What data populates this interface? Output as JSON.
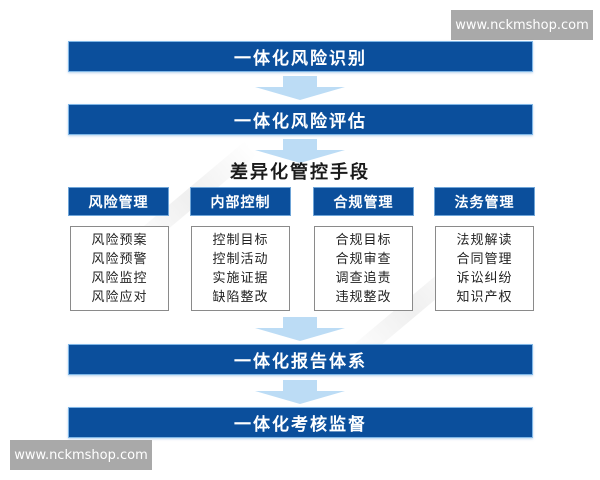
{
  "diagram": {
    "steps": [
      {
        "label": "一体化风险识别"
      },
      {
        "label": "一体化风险评估"
      },
      {
        "label": "一体化报告体系"
      },
      {
        "label": "一体化考核监督"
      }
    ],
    "section_title": "差异化管控手段",
    "columns": [
      {
        "header": "风险管理",
        "items": [
          "风险预案",
          "风险预警",
          "风险监控",
          "风险应对"
        ]
      },
      {
        "header": "内部控制",
        "items": [
          "控制目标",
          "控制活动",
          "实施证据",
          "缺陷整改"
        ]
      },
      {
        "header": "合规管理",
        "items": [
          "合规目标",
          "合规审查",
          "调查追责",
          "违规整改"
        ]
      },
      {
        "header": "法务管理",
        "items": [
          "法规解读",
          "合同管理",
          "诉讼纠纷",
          "知识产权"
        ]
      }
    ]
  },
  "watermarks": {
    "top_right": "www.nckmshop.com",
    "bottom_left": "www.nckmshop.com"
  },
  "colors": {
    "bar_blue": "#0b4f9c",
    "arrow_light_blue": "#bcdcf5",
    "box_border": "#8a8a8a",
    "watermark_gray": "#a9a9a9"
  }
}
